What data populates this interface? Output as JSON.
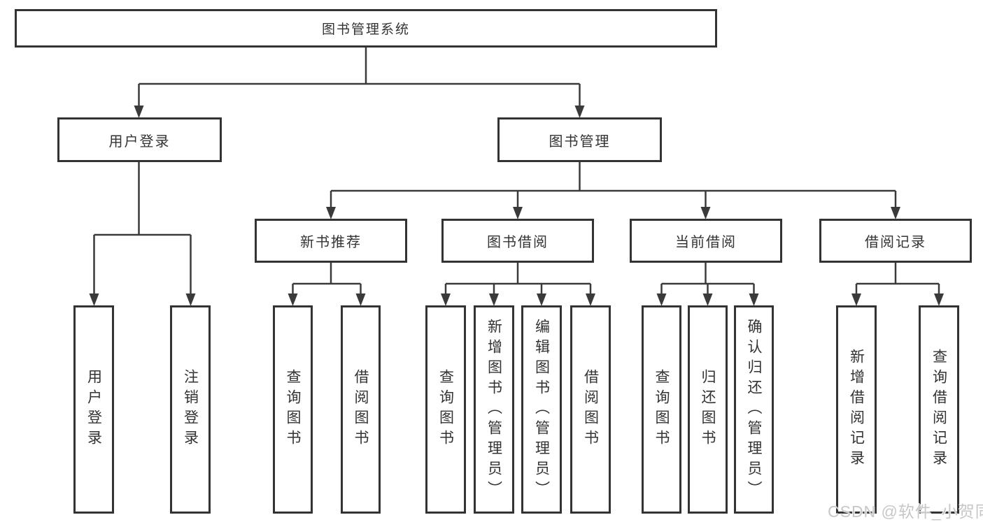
{
  "diagram": {
    "root": "图书管理系统",
    "level2": {
      "user_login": "用户登录",
      "book_mgmt": "图书管理"
    },
    "level3": {
      "new_books": "新书推荐",
      "book_borrow": "图书借阅",
      "current_borrow": "当前借阅",
      "borrow_records": "借阅记录"
    },
    "leaves": {
      "user_login": [
        "用户登录",
        "注销登录"
      ],
      "new_books": [
        "查询图书",
        "借阅图书"
      ],
      "book_borrow": [
        "查询图书",
        "新增图书（管理员）",
        "编辑图书（管理员）",
        "借阅图书"
      ],
      "current_borrow": [
        "查询图书",
        "归还图书",
        "确认归还（管理员）"
      ],
      "borrow_records": [
        "新增借阅记录",
        "查询借阅记录"
      ]
    }
  },
  "watermark": "CSDN @软件_小贺同学",
  "colors": {
    "line": "#3a3a3a",
    "box_border": "#333333",
    "text": "#333333",
    "background": "#ffffff",
    "watermark": "#c7c7c7"
  }
}
